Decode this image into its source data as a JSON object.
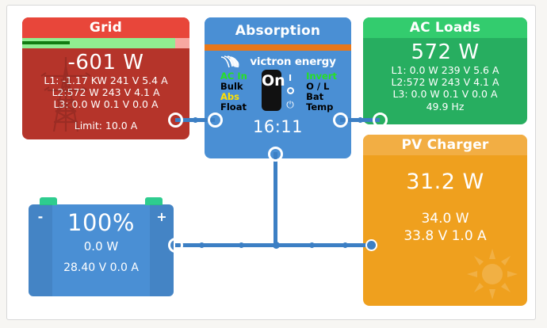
{
  "panels": {
    "grid": {
      "title": "Grid",
      "power": "-601 W",
      "lines": [
        "L1: -1.17 KW 241 V 5.4 A",
        "L2:572 W 243 V 4.1 A",
        "L3: 0.0 W 0.1 V 0.0 A"
      ],
      "limit": "Limit: 10.0 A",
      "color": "#b5342a",
      "header_color": "#e8463a",
      "icon": "pylon-icon"
    },
    "absorption": {
      "title": "Absorption",
      "brand": "victron energy",
      "time": "16:11",
      "switch_state": "On",
      "leds_left": [
        {
          "label": "AC In",
          "state": "green"
        },
        {
          "label": "Bulk",
          "state": "off"
        },
        {
          "label": "Abs",
          "state": "yellow"
        },
        {
          "label": "Float",
          "state": "off"
        }
      ],
      "leds_right": [
        {
          "label": "Invert",
          "state": "green"
        },
        {
          "label": "O / L",
          "state": "off"
        },
        {
          "label": "Bat",
          "state": "off"
        },
        {
          "label": "Temp",
          "state": "off"
        }
      ],
      "switch_marks": [
        "I",
        "O",
        "power"
      ],
      "color": "#4a8fd4",
      "accent_bar_color": "#e8771a"
    },
    "ac_loads": {
      "title": "AC Loads",
      "power": "572 W",
      "lines": [
        "L1: 0.0 W 239 V 5.6 A",
        "L2:572 W 243 V 4.1 A",
        "L3: 0.0 W 0.1 V 0.0 A"
      ],
      "frequency": "49.9 Hz",
      "color": "#27ae60",
      "header_color": "#33cc6e"
    },
    "pv_charger": {
      "title": "PV Charger",
      "power": "31.2 W",
      "yield": "34.0 W",
      "vi": "33.8 V 1.0 A",
      "color": "#efa01e",
      "header_color": "#f2ae44",
      "icon": "sun-icon"
    },
    "battery": {
      "soc": "100%",
      "power": "0.0 W",
      "vi": "28.40 V  0.0 A",
      "negative_terminal": "-",
      "positive_terminal": "+",
      "color": "#4a8fd4",
      "terminal_color": "#2ecc8f"
    }
  },
  "connectors": {
    "line_color": "#3c7fc4",
    "ring_color": "#ffffff"
  }
}
